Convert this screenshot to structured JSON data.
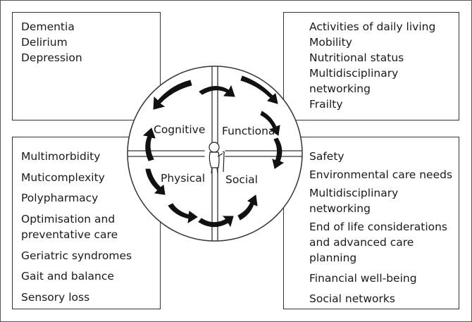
{
  "quadrant_labels": {
    "cognitive": "Cognitive",
    "functional": "Functional",
    "physical": "Physical",
    "social": "Social"
  },
  "boxes": {
    "cognitive": [
      "Dementia",
      "Delirium",
      "Depression"
    ],
    "functional": [
      "Activities of daily living",
      "Mobility",
      "Nutritional status",
      "Multidisciplinary",
      "networking",
      "Frailty"
    ],
    "physical": [
      "Multimorbidity",
      "Muticomplexity",
      "Polypharmacy",
      "Optimisation and",
      "preventative care",
      "Geriatric syndromes",
      "Gait and balance",
      "Sensory loss"
    ],
    "social": [
      "Safety",
      "Environmental care needs",
      "Multidisciplinary",
      "networking",
      "End of life considerations",
      "and advanced care",
      "planning",
      "Financial well-being",
      "Social networks"
    ]
  },
  "center_icon": "elderly-person-with-cane-icon"
}
